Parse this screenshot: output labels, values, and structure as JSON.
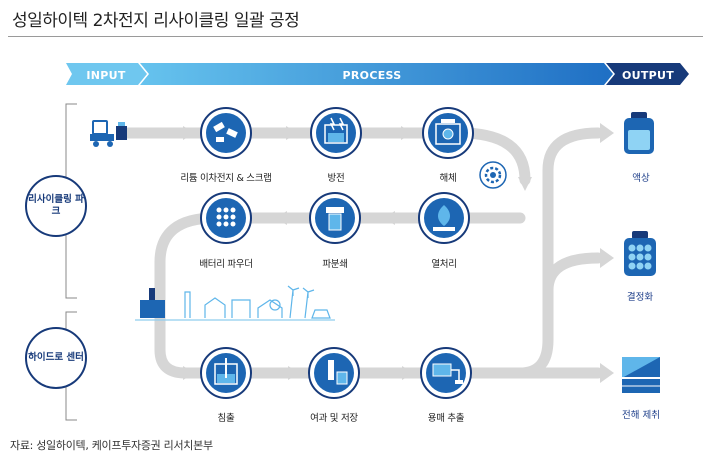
{
  "title": "성일하이텍 2차전지 리사이클링 일괄 공정",
  "source": "자료: 성일하이텍, 케이프투자증권 리서치본부",
  "banner": {
    "input": "INPUT",
    "process": "PROCESS",
    "output": "OUTPUT"
  },
  "groups": {
    "recycling_park": "리사이클링 파크",
    "hydro_center": "하이드로 센터"
  },
  "steps": {
    "scrap": "리튬 이차전지 & 스크랩",
    "discharge": "방전",
    "dismantle": "해체",
    "heat": "열처리",
    "crush": "파분쇄",
    "powder": "배터리 파우더",
    "leach": "침출",
    "filter": "여과 및 저장",
    "solvent": "용매 추출"
  },
  "outputs": {
    "liquid": "액상",
    "crystal": "결정화",
    "electrolytic": "전해 제취"
  },
  "colors": {
    "navy": "#173a7a",
    "blue": "#1d66b3",
    "banner": "#2a7fcf",
    "banner_light": "#5fb6ea",
    "flow": "#d4d4d4"
  }
}
